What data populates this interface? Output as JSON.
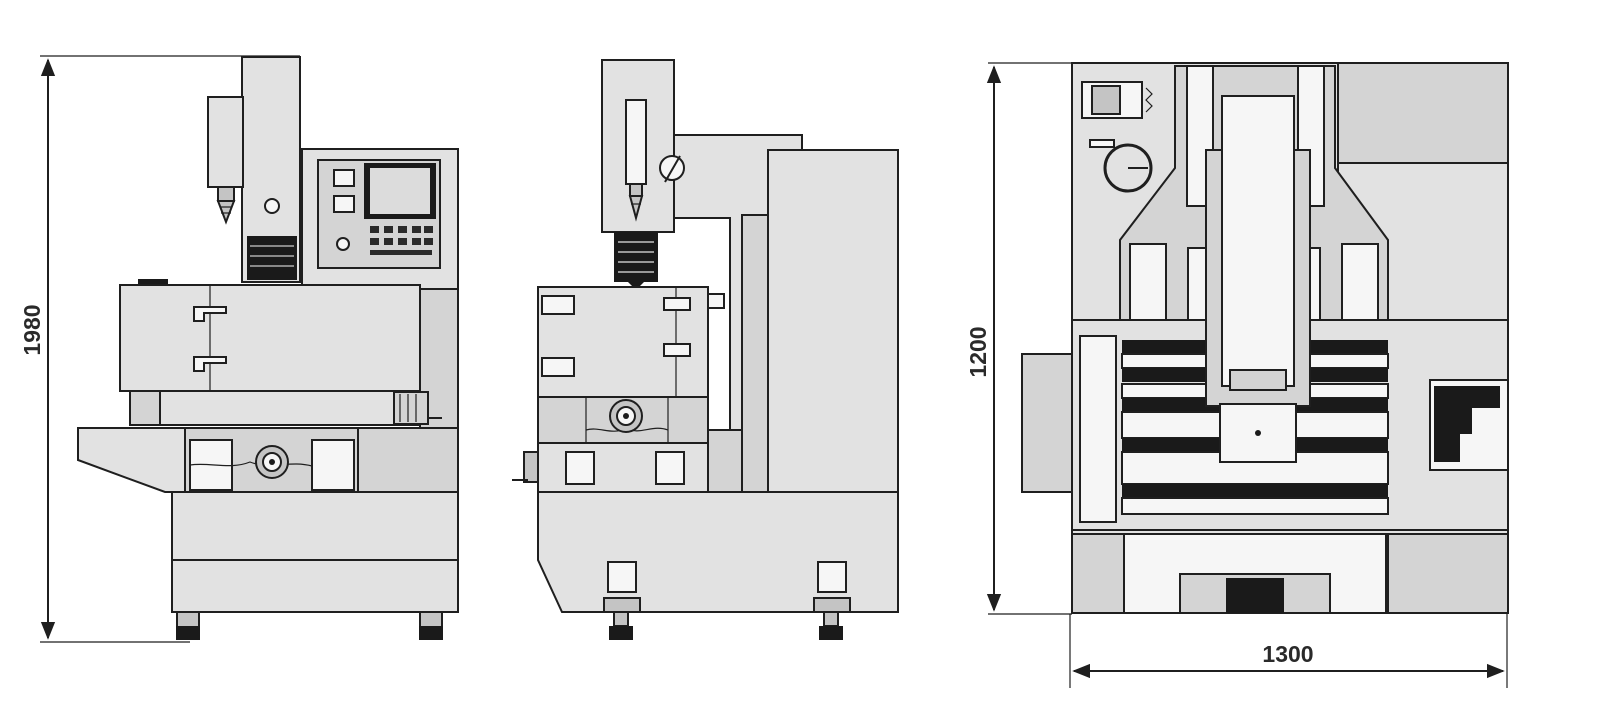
{
  "dimensions": {
    "front_height": "1980",
    "top_depth": "1200",
    "top_width": "1300"
  },
  "views": [
    "front",
    "side",
    "top"
  ],
  "colors": {
    "line": "#1f1f1f",
    "panel_light": "#e2e2e2",
    "panel_mid": "#d4d4d4",
    "panel_dark": "#c4c4c4",
    "background": "#ffffff"
  }
}
